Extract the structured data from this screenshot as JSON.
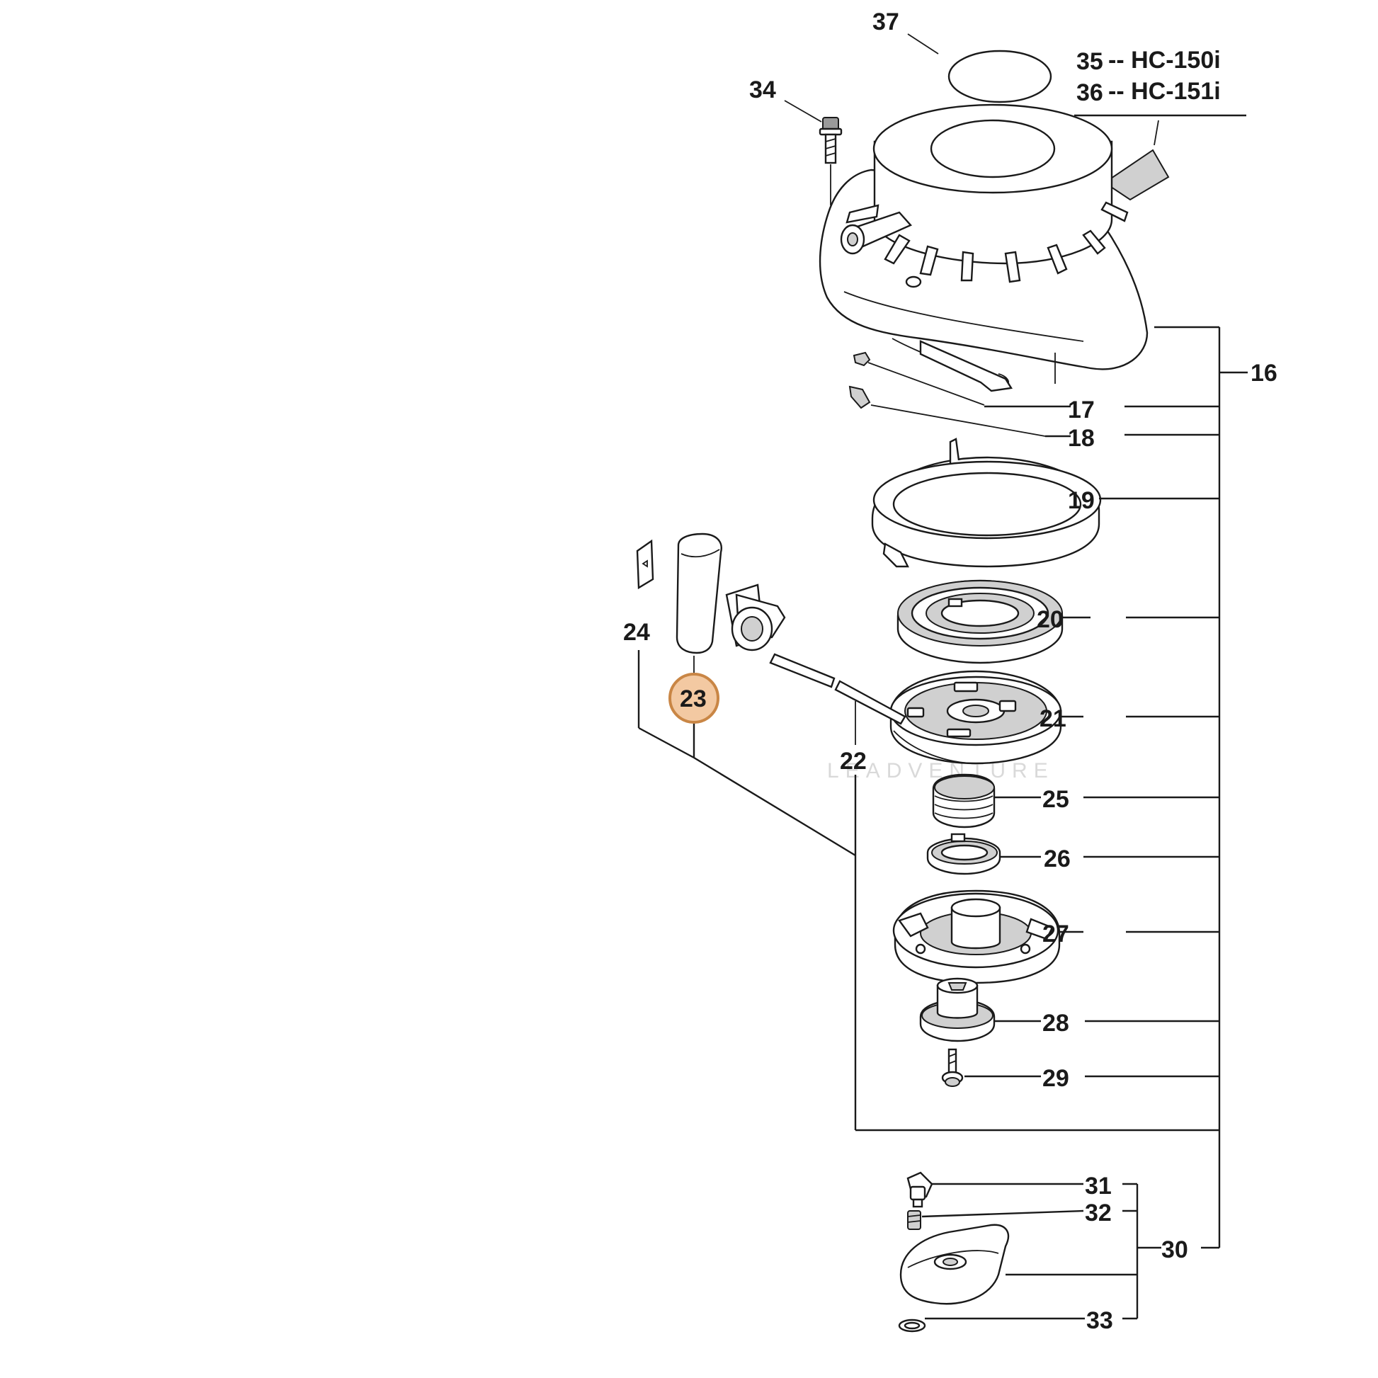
{
  "models": [
    {
      "number": "35",
      "name": "-- HC-150i"
    },
    {
      "number": "36",
      "name": "-- HC-151i"
    }
  ],
  "callouts": {
    "16": "16",
    "17": "17",
    "18": "18",
    "19": "19",
    "20": "20",
    "21": "21",
    "22": "22",
    "23": "23",
    "24": "24",
    "25": "25",
    "26": "26",
    "27": "27",
    "28": "28",
    "29": "29",
    "30": "30",
    "31": "31",
    "32": "32",
    "33": "33",
    "34": "34",
    "37": "37"
  },
  "highlighted_callout": "23",
  "watermark": "LEADVENTURE",
  "colors": {
    "line": "#1a1a1a",
    "highlight_fill": "#f3c9a2",
    "highlight_stroke": "#c98645",
    "part_shade": "#d0d0d0"
  }
}
